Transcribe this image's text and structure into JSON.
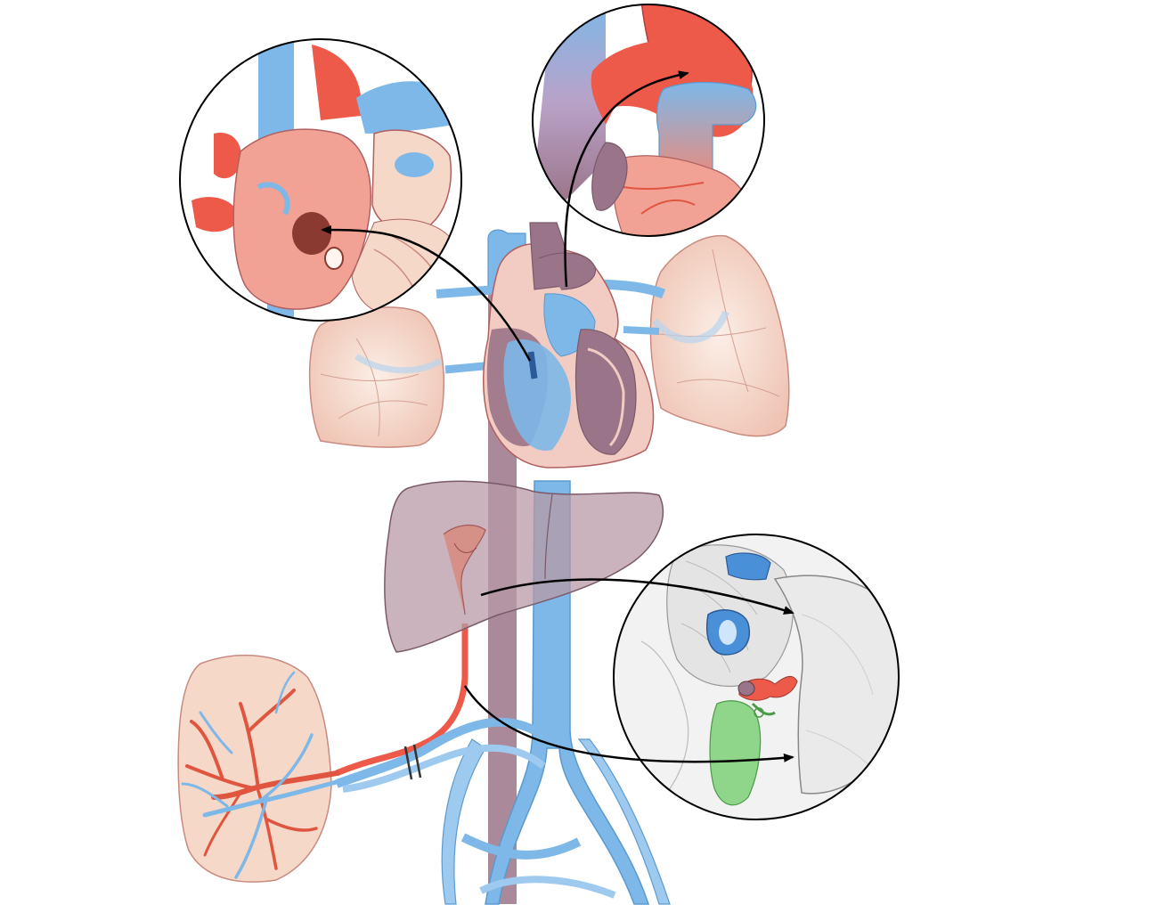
{
  "diagram": {
    "title": "",
    "labels": [],
    "colors": {
      "oxygenated": "#ee5a4a",
      "deoxygenated": "#7db8e8",
      "mixed_muscle": "#9a7488",
      "lung_tissue": "#f4d2c4",
      "placenta_tissue": "#f6d8c8",
      "liver": "#b89aa6",
      "gallbladder": "#8fd68a",
      "arrow": "#000000"
    },
    "callouts": [
      "heart-interior-foramen-ovale",
      "aorta-ductus-arteriosus",
      "liver-ductus-venosus"
    ]
  }
}
